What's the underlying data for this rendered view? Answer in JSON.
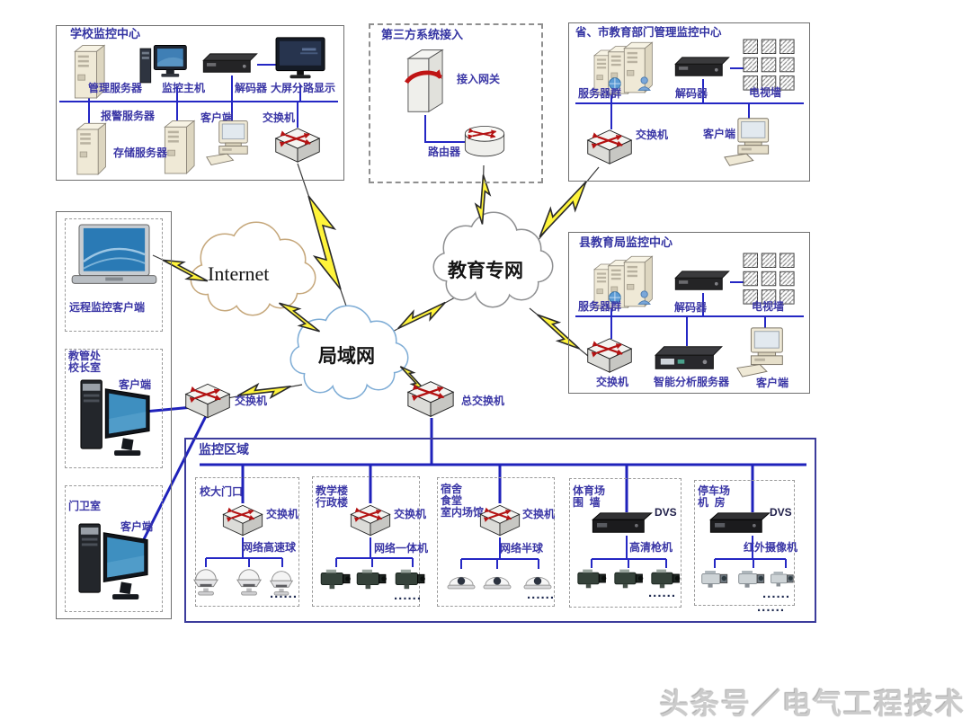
{
  "watermark": "头条号／电气工程技术",
  "clouds": {
    "internet": "Internet",
    "edu_wan": "教育专网",
    "lan": "局域网"
  },
  "school": {
    "title": "学校监控中心",
    "mgmt_server": "管理服务器",
    "monitor_host": "监控主机",
    "decoder": "解码器",
    "big_screen": "大屏分路显示",
    "alarm_server": "报警服务器",
    "storage_server": "存储服务器",
    "client": "客户端",
    "switch": "交换机"
  },
  "third_party": {
    "title": "第三方系统接入",
    "gateway": "接入网关",
    "router": "路由器"
  },
  "province": {
    "title": "省、市教育部门管理监控中心",
    "servers": "服务器群",
    "decoder": "解码器",
    "tv_wall": "电视墙",
    "switch": "交换机",
    "client": "客户端"
  },
  "county": {
    "title": "县教育局监控中心",
    "servers": "服务器群",
    "decoder": "解码器",
    "tv_wall": "电视墙",
    "switch": "交换机",
    "analysis_server": "智能分析服务器",
    "client": "客户端"
  },
  "left_col": {
    "remote_client": "远程监控客户端",
    "office_line1": "教管处",
    "office_line2": "校长室",
    "office_client": "客户端",
    "guard_room": "门卫室",
    "guard_client": "客户端"
  },
  "core": {
    "switch": "交换机",
    "main_switch": "总交换机"
  },
  "area": {
    "title": "监控区域",
    "zones": [
      {
        "name1": "校大门口",
        "device": "交换机",
        "cam": "网络高速球",
        "dots": "......"
      },
      {
        "name1": "教学楼",
        "name2": "行政楼",
        "device": "交换机",
        "cam": "网络一体机",
        "dots": "......"
      },
      {
        "name1": "宿舍",
        "name2": "食堂",
        "name3": "室内场馆",
        "device": "交换机",
        "cam": "网络半球",
        "dots": "......"
      },
      {
        "name1": "体育场",
        "name2": "围  墙",
        "device": "DVS",
        "cam": "高清枪机",
        "dots": "......"
      },
      {
        "name1": "停车场",
        "name2": "机  房",
        "device": "DVS",
        "cam": "红外摄像机",
        "dots": "......"
      }
    ],
    "extra_dots": "......"
  },
  "colors": {
    "line_blue": "#2427c4",
    "label_blue": "#3b37a6",
    "bolt_yellow": "#fff43b"
  }
}
